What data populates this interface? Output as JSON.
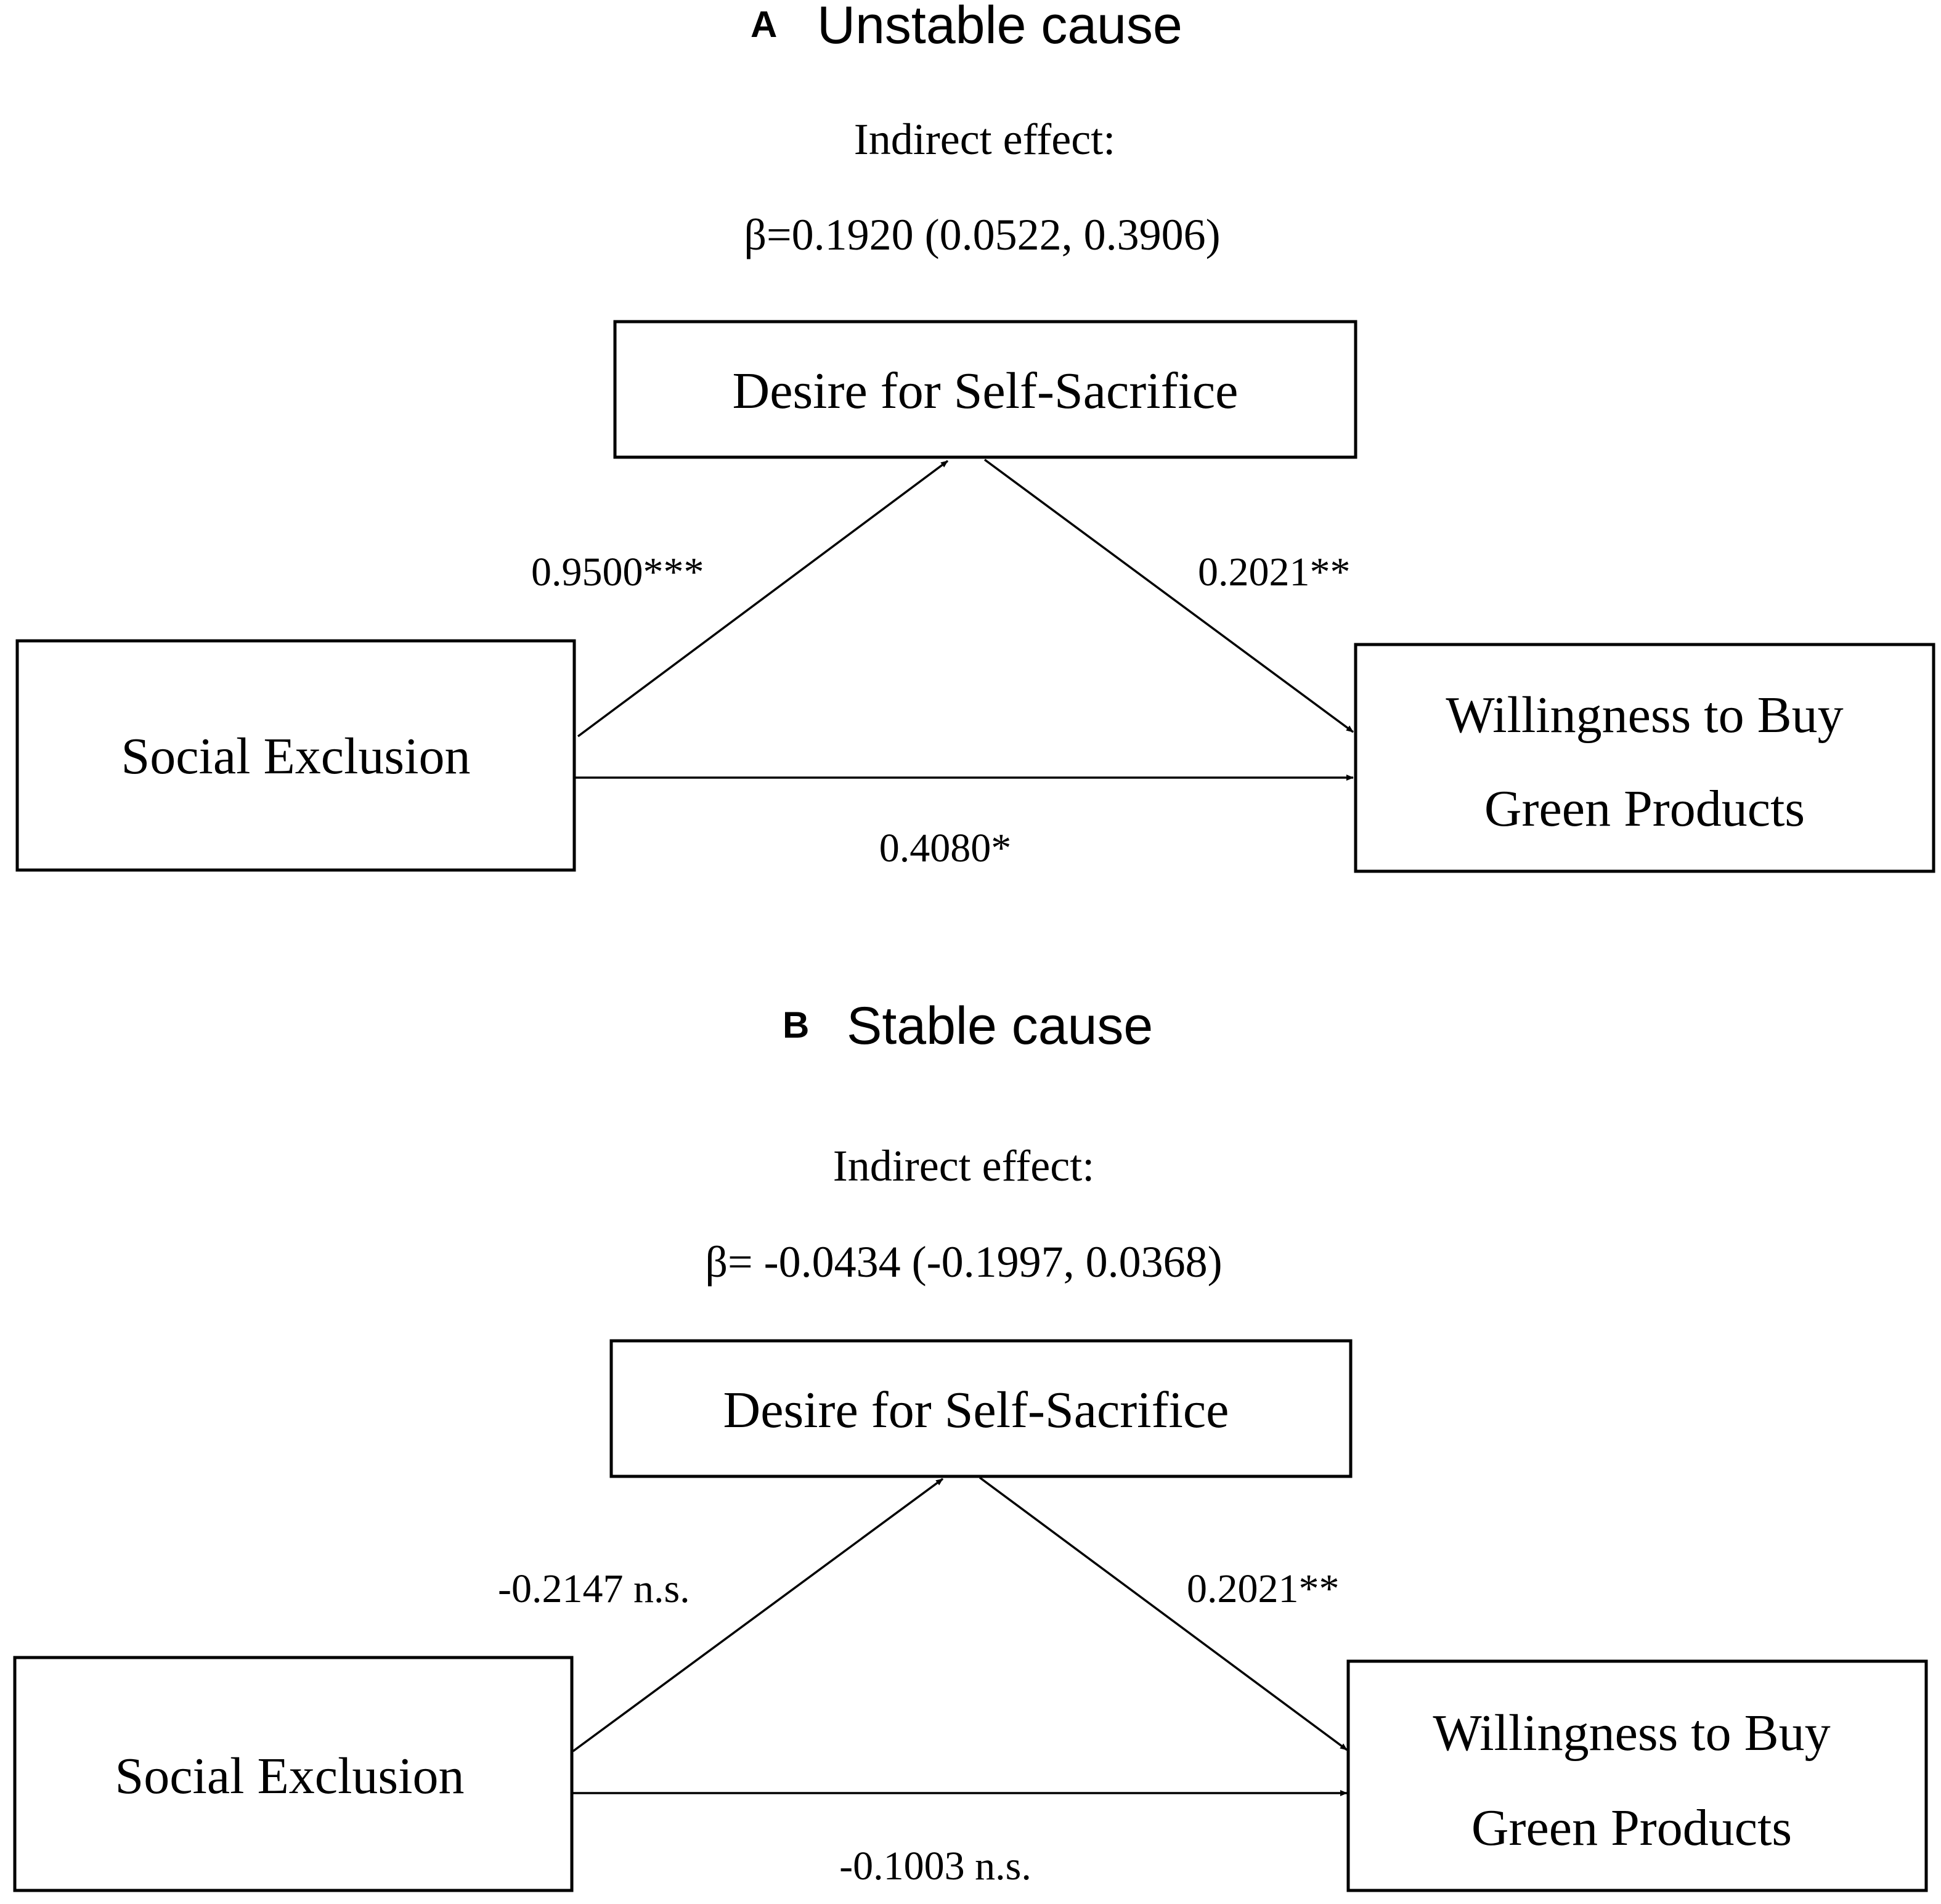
{
  "panels": [
    {
      "letter": "A",
      "title": "Unstable cause",
      "indirect_label": "Indirect effect:",
      "indirect_value": "β=0.1920 (0.0522, 0.3906)",
      "nodes": {
        "mediator": "Desire for Self-Sacrifice",
        "predictor": "Social Exclusion",
        "outcome_line1": "Willingness to Buy",
        "outcome_line2": "Green Products"
      },
      "paths": {
        "a": "0.9500***",
        "b": "0.2021**",
        "c": "0.4080*"
      }
    },
    {
      "letter": "B",
      "title": "Stable cause",
      "indirect_label": "Indirect effect:",
      "indirect_value": "β= -0.0434 (-0.1997, 0.0368)",
      "nodes": {
        "mediator": "Desire for Self-Sacrifice",
        "predictor": "Social Exclusion",
        "outcome_line1": "Willingness to Buy",
        "outcome_line2": "Green Products"
      },
      "paths": {
        "a": "-0.2147 n.s.",
        "b": "0.2021**",
        "c": "-0.1003 n.s."
      }
    }
  ]
}
